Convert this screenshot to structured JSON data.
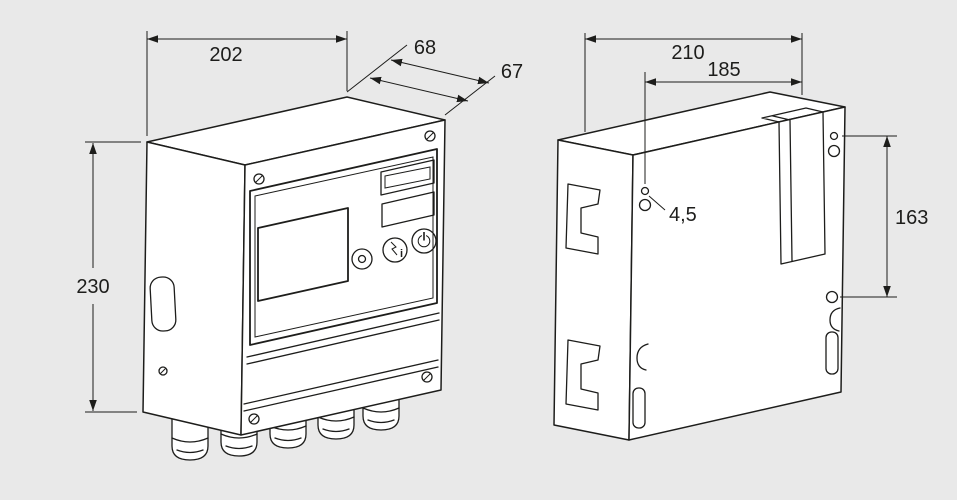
{
  "colors": {
    "background": "#e9e9e9",
    "line": "#1d1d1b",
    "face": "#ffffff"
  },
  "front_view": {
    "width": "202",
    "depth_total": "68",
    "depth": "67",
    "height": "230",
    "panel": {
      "info_button_letter": "i"
    }
  },
  "back_view": {
    "width": "210",
    "hole_spacing_width": "185",
    "hole_spacing_height": "163",
    "hole_diameter": "4,5"
  }
}
